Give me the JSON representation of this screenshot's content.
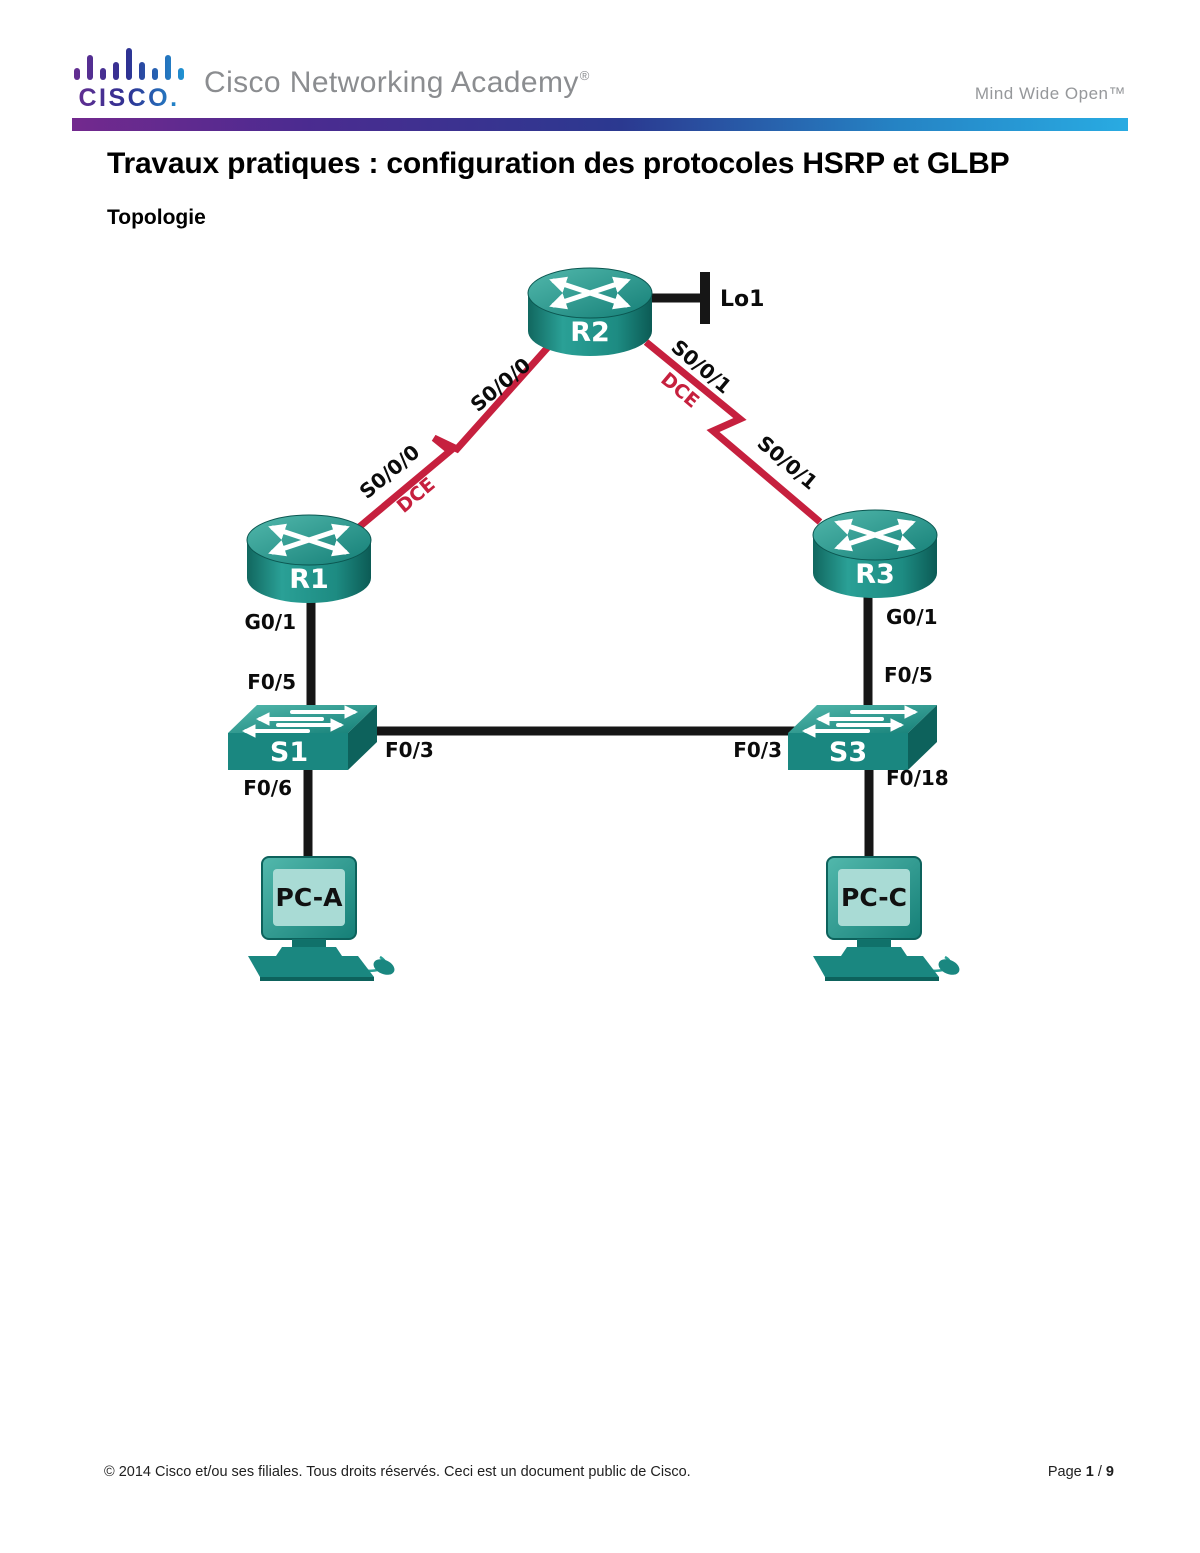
{
  "header": {
    "logo_text": "CISCO.",
    "brand": "Cisco Networking Academy",
    "brand_mark": "®",
    "tagline": "Mind Wide Open",
    "tagline_mark": "™"
  },
  "title": "Travaux pratiques : configuration des protocoles HSRP et GLBP",
  "section_heading": "Topologie",
  "topology": {
    "devices": {
      "r1": {
        "type": "router",
        "label": "R1"
      },
      "r2": {
        "type": "router",
        "label": "R2"
      },
      "r3": {
        "type": "router",
        "label": "R3"
      },
      "s1": {
        "type": "switch",
        "label": "S1"
      },
      "s3": {
        "type": "switch",
        "label": "S3"
      },
      "pc_a": {
        "type": "pc",
        "label": "PC-A"
      },
      "pc_c": {
        "type": "pc",
        "label": "PC-C"
      }
    },
    "loopback": "Lo1",
    "interfaces": {
      "r1_r2": {
        "r2_end": "S0/0/0",
        "r1_end": "S0/0/0",
        "dce": "DCE"
      },
      "r2_r3": {
        "r2_end": "S0/0/1",
        "dce": "DCE",
        "r3_end": "S0/0/1"
      },
      "r1_s1": {
        "r1_end": "G0/1",
        "s1_end": "F0/5"
      },
      "r3_s3": {
        "r3_end": "G0/1",
        "s3_end": "F0/5"
      },
      "s1_s3": {
        "s1_end": "F0/3",
        "s3_end": "F0/3"
      },
      "s1_pc_a": {
        "s1_end": "F0/6"
      },
      "s3_pc_c": {
        "s3_end": "F0/18"
      }
    }
  },
  "footer": {
    "copyright": "© 2014 Cisco et/ou ses filiales. Tous droits réservés. Ceci est un document public de Cisco.",
    "page_label": "Page",
    "page_number": "1",
    "page_separator": "/",
    "page_total": "9"
  },
  "colors": {
    "serial_link_red": "#c6203e",
    "device_teal": "#1a8780",
    "device_teal_dark": "#0d625c",
    "header_gradient_left": "#73298e",
    "header_gradient_right": "#29abe2"
  }
}
